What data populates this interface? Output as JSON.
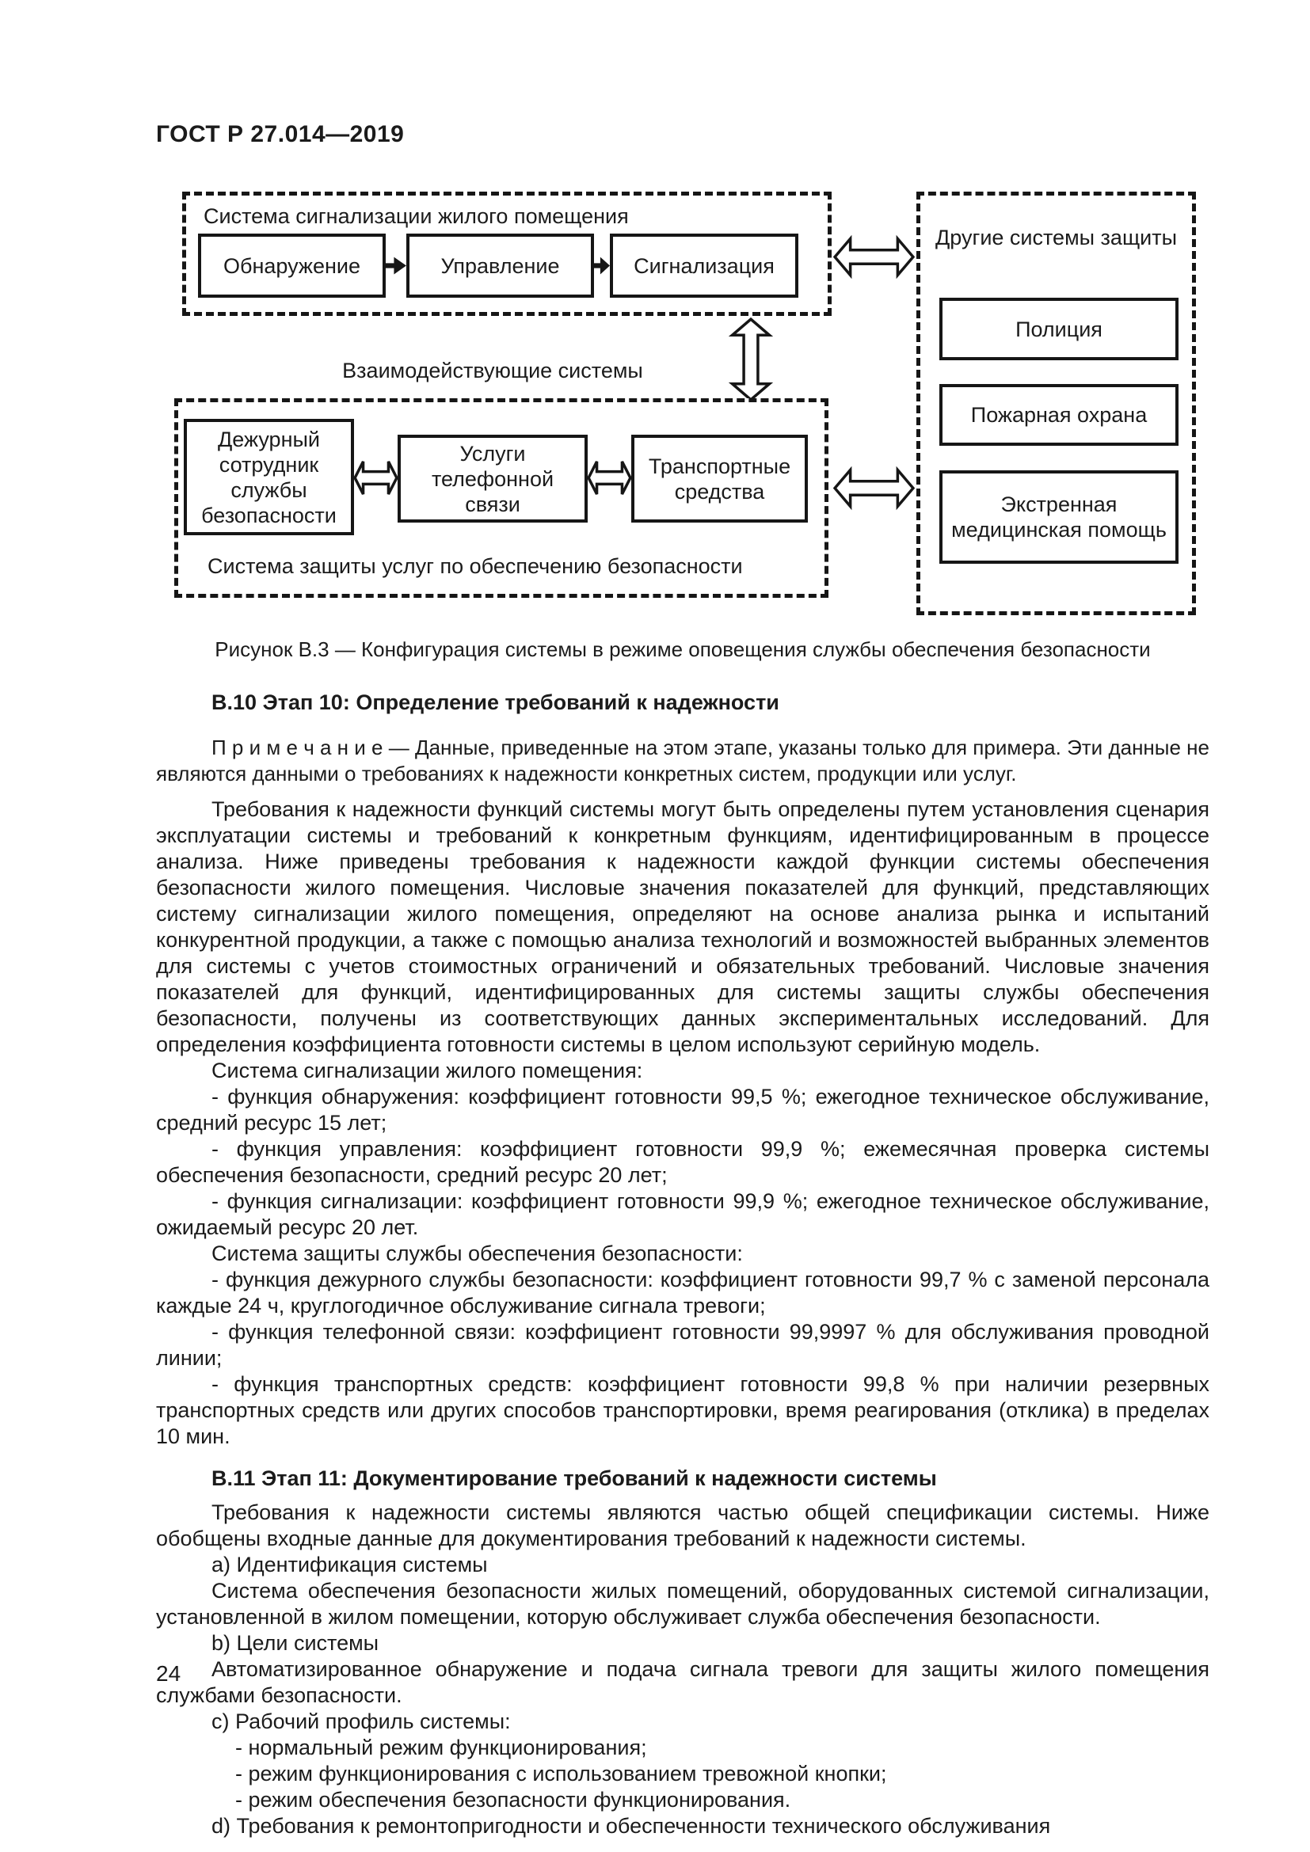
{
  "header": {
    "title": "ГОСТ Р 27.014—2019",
    "page_number": "24"
  },
  "figure": {
    "alarm_system": {
      "label": "Система сигнализации жилого помещения",
      "blocks": [
        "Обнаружение",
        "Управление",
        "Сигнализация"
      ]
    },
    "interacting_label": "Взаимодействующие системы",
    "security_system": {
      "label": "Система защиты услуг по обеспечению безопасности",
      "blocks": [
        "Дежурный сотрудник службы безопасности",
        "Услуги телефонной связи",
        "Транспортные средства"
      ]
    },
    "other_systems": {
      "label": "Другие системы защиты",
      "blocks": [
        "Полиция",
        "Пожарная охрана",
        "Экстренная медицинская помощь"
      ]
    },
    "caption": "Рисунок В.3 — Конфигурация системы в режиме оповещения службы обеспечения безопасности"
  },
  "flow": [
    {
      "type": "heading",
      "text": "В.10 Этап 10: Определение требований к надежности"
    },
    {
      "type": "note",
      "text": "П р и м е ч а н и е — Данные, приведенные на этом этапе, указаны только для примера. Эти данные не являются данными о требованиях к надежности конкретных систем, продукции или услуг."
    },
    {
      "type": "paragraph",
      "text": "Требования к надежности функций системы могут быть определены путем установления сценария эксплуатации системы и требований к конкретным функциям, идентифицированным в процессе анализа. Ниже приведены требования к надежности каждой функции системы обеспечения безопасности жилого помещения. Числовые значения показателей для функций, представляющих систему сигнализации жилого помещения, определяют на основе анализа рынка и испытаний конкурентной продукции, а также с помощью анализа технологий и возможностей выбранных элементов для системы с учетов стоимостных ограничений и обязательных требований. Числовые значения показателей для функций, идентифицированных для системы защиты службы обеспечения безопасности, получены из соответствующих данных экспериментальных исследований. Для определения коэффициента готовности системы в целом используют серийную модель."
    },
    {
      "type": "paragraph",
      "text": "Система сигнализации жилого помещения:"
    },
    {
      "type": "paragraph",
      "text": "- функция обнаружения: коэффициент готовности 99,5 %; ежегодное техническое обслуживание, средний ресурс 15 лет;"
    },
    {
      "type": "paragraph",
      "text": "- функция управления: коэффициент готовности 99,9 %; ежемесячная проверка системы обеспечения безопасности, средний ресурс 20 лет;"
    },
    {
      "type": "paragraph",
      "text": "- функция сигнализации: коэффициент готовности 99,9 %; ежегодное техническое обслуживание, ожидаемый ресурс 20 лет."
    },
    {
      "type": "paragraph",
      "text": "Система защиты службы обеспечения безопасности:"
    },
    {
      "type": "paragraph",
      "text": "- функция дежурного службы безопасности: коэффициент готовности 99,7 % с заменой персонала каждые 24 ч, круглогодичное обслуживание сигнала тревоги;"
    },
    {
      "type": "paragraph",
      "text": "- функция телефонной связи: коэффициент готовности 99,9997 % для обслуживания проводной линии;"
    },
    {
      "type": "paragraph",
      "text": "- функция транспортных средств: коэффициент готовности 99,8 % при наличии резервных транспортных средств или других способов транспортировки, время реагирования (отклика) в пределах 10 мин."
    },
    {
      "type": "heading",
      "text": "В.11 Этап 11: Документирование требований к надежности системы"
    },
    {
      "type": "paragraph",
      "text": "Требования к надежности системы являются частью общей спецификации системы. Ниже обобщены входные данные для документирования требований к надежности системы."
    },
    {
      "type": "paragraph",
      "text": "a) Идентификация системы"
    },
    {
      "type": "paragraph",
      "text": "Система обеспечения безопасности жилых помещений, оборудованных системой сигнализации, установленной в жилом помещении, которую обслуживает служба обеспечения безопасности."
    },
    {
      "type": "paragraph",
      "text": "b) Цели системы"
    },
    {
      "type": "paragraph",
      "text": "Автоматизированное обнаружение и подача сигнала тревоги для защиты жилого помещения службами безопасности."
    },
    {
      "type": "paragraph",
      "text": "c) Рабочий профиль системы:"
    },
    {
      "type": "sub-item",
      "text": "- нормальный режим функционирования;"
    },
    {
      "type": "sub-item",
      "text": "- режим функционирования с использованием тревожной кнопки;"
    },
    {
      "type": "sub-item",
      "text": "- режим обеспечения безопасности функционирования."
    },
    {
      "type": "paragraph",
      "text": "d) Требования к ремонтопригодности и обеспеченности технического обслуживания"
    }
  ],
  "colors": {
    "ink": "#161616",
    "paper": "#ffffff"
  }
}
